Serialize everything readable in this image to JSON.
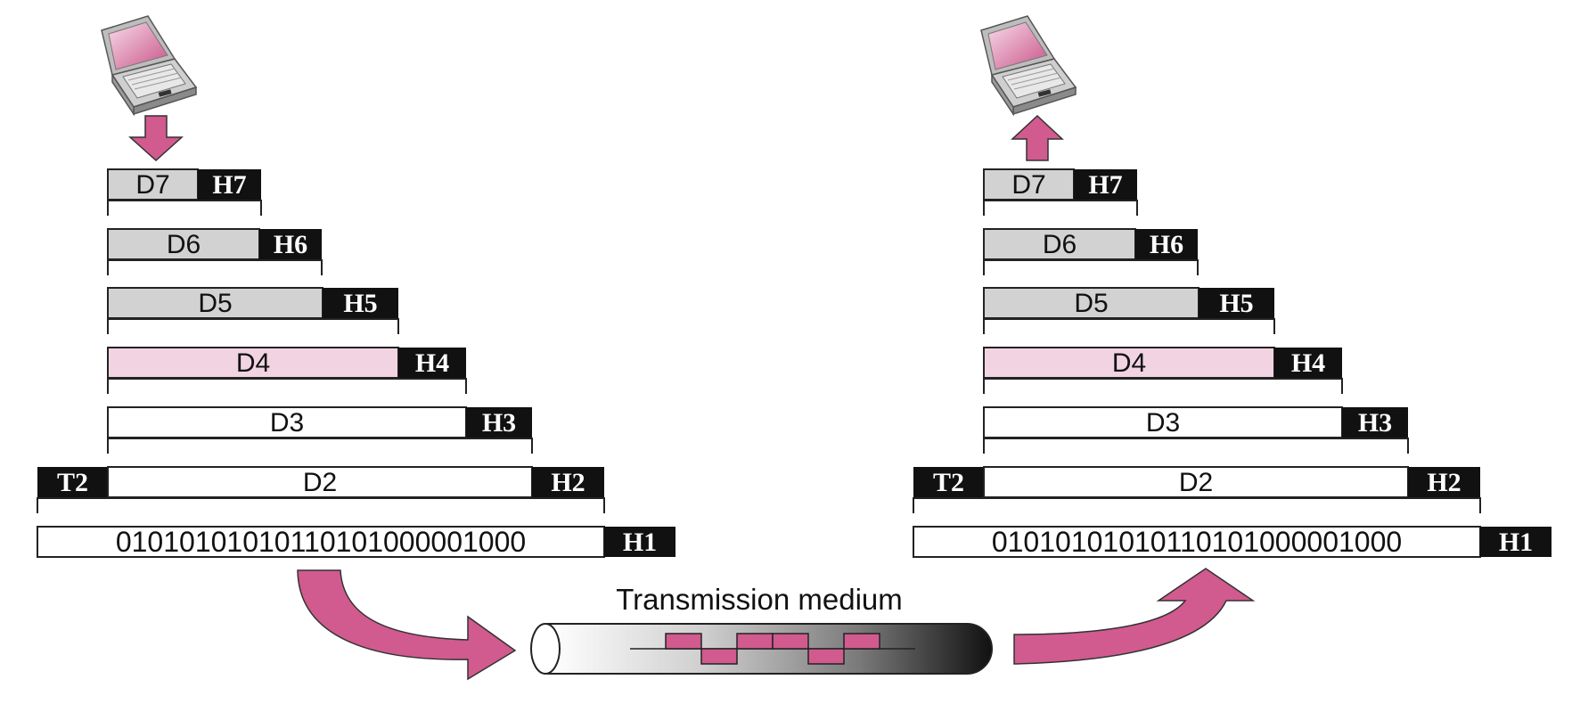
{
  "colors": {
    "accent_pink": "#d15a8e",
    "light_pink": "#f2d3e1",
    "light_gray": "#d2d2d2",
    "header_black": "#111111",
    "white": "#ffffff"
  },
  "icons": {
    "sender": "laptop-icon",
    "receiver": "laptop-icon",
    "down_arrow": "down-arrow-icon",
    "up_arrow": "up-arrow-icon"
  },
  "stacks": {
    "sender": {
      "rows": [
        {
          "data": "D7",
          "header": "H7",
          "fill": "gray"
        },
        {
          "data": "D6",
          "header": "H6",
          "fill": "gray"
        },
        {
          "data": "D5",
          "header": "H5",
          "fill": "gray"
        },
        {
          "data": "D4",
          "header": "H4",
          "fill": "pink"
        },
        {
          "data": "D3",
          "header": "H3",
          "fill": "white"
        },
        {
          "data": "D2",
          "header": "H2",
          "trailer": "T2",
          "fill": "white"
        }
      ],
      "bits": {
        "data": "01010101010110101000001000",
        "header": "H1"
      }
    },
    "receiver": {
      "rows": [
        {
          "data": "D7",
          "header": "H7",
          "fill": "gray"
        },
        {
          "data": "D6",
          "header": "H6",
          "fill": "gray"
        },
        {
          "data": "D5",
          "header": "H5",
          "fill": "gray"
        },
        {
          "data": "D4",
          "header": "H4",
          "fill": "pink"
        },
        {
          "data": "D3",
          "header": "H3",
          "fill": "white"
        },
        {
          "data": "D2",
          "header": "H2",
          "trailer": "T2",
          "fill": "white"
        }
      ],
      "bits": {
        "data": "01010101010110101000001000",
        "header": "H1"
      }
    }
  },
  "medium": {
    "label": "Transmission medium",
    "signal_levels": [
      0,
      1,
      -1,
      1,
      1,
      -1,
      1,
      0
    ]
  }
}
